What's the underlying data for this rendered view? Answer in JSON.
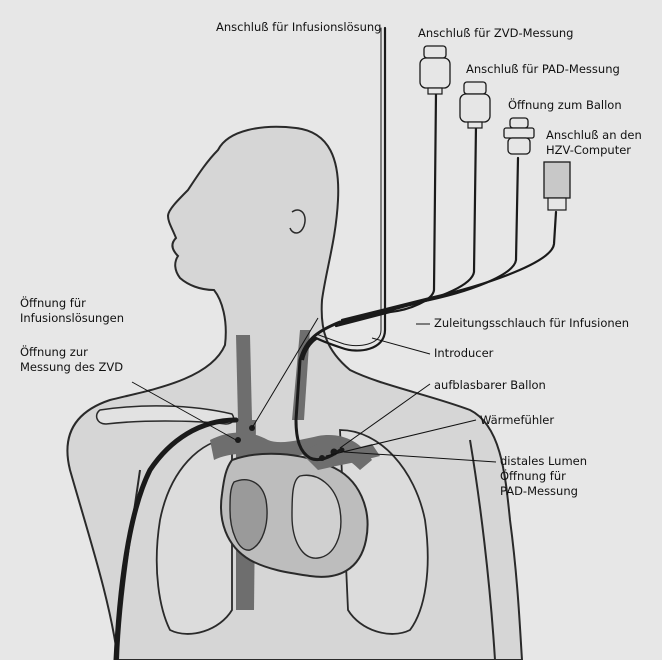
{
  "colors": {
    "background": "#e7e7e7",
    "body_fill": "#d6d6d6",
    "outline": "#2a2a2a",
    "vessel": "#6e6e6e",
    "heart_fill": "#bdbdbd",
    "catheter": "#1a1a1a"
  },
  "labels": {
    "infusion_port": "Anschluß für Infusionslösung",
    "zvd_port": "Anschluß für ZVD-Messung",
    "pad_port": "Anschluß für PAD-Messung",
    "balloon_port": "Öffnung zum Ballon",
    "hzv_line1": "Anschluß an den",
    "hzv_line2": "HZV-Computer",
    "infusion_opening_line1": "Öffnung für",
    "infusion_opening_line2": "Infusionslösungen",
    "zvd_opening_line1": "Öffnung zur",
    "zvd_opening_line2": "Messung des ZVD",
    "feed_tube": "Zuleitungsschlauch für Infusionen",
    "introducer": "Introducer",
    "balloon": "aufblasbarer Ballon",
    "thermistor": "Wärmefühler",
    "distal_line1": "distales Lumen",
    "distal_line2": "Öffnung für",
    "distal_line3": "PAD-Messung"
  }
}
